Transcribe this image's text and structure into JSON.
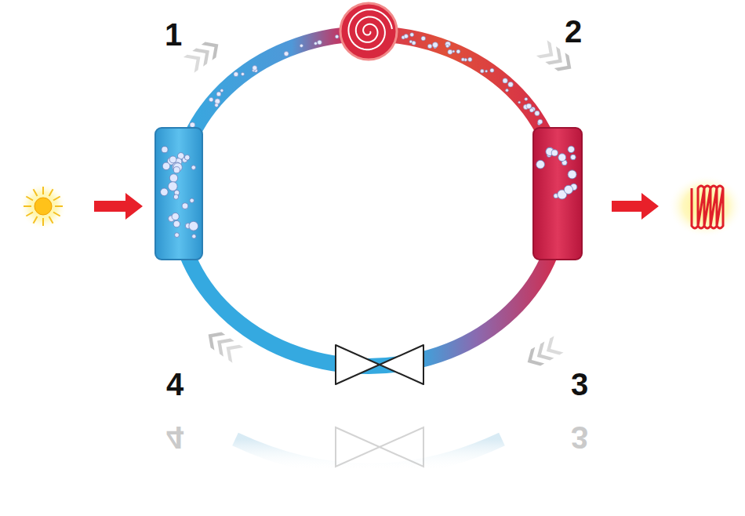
{
  "diagram": {
    "labels": [
      "1",
      "2",
      "3",
      "4",
      "4",
      "3"
    ]
  }
}
